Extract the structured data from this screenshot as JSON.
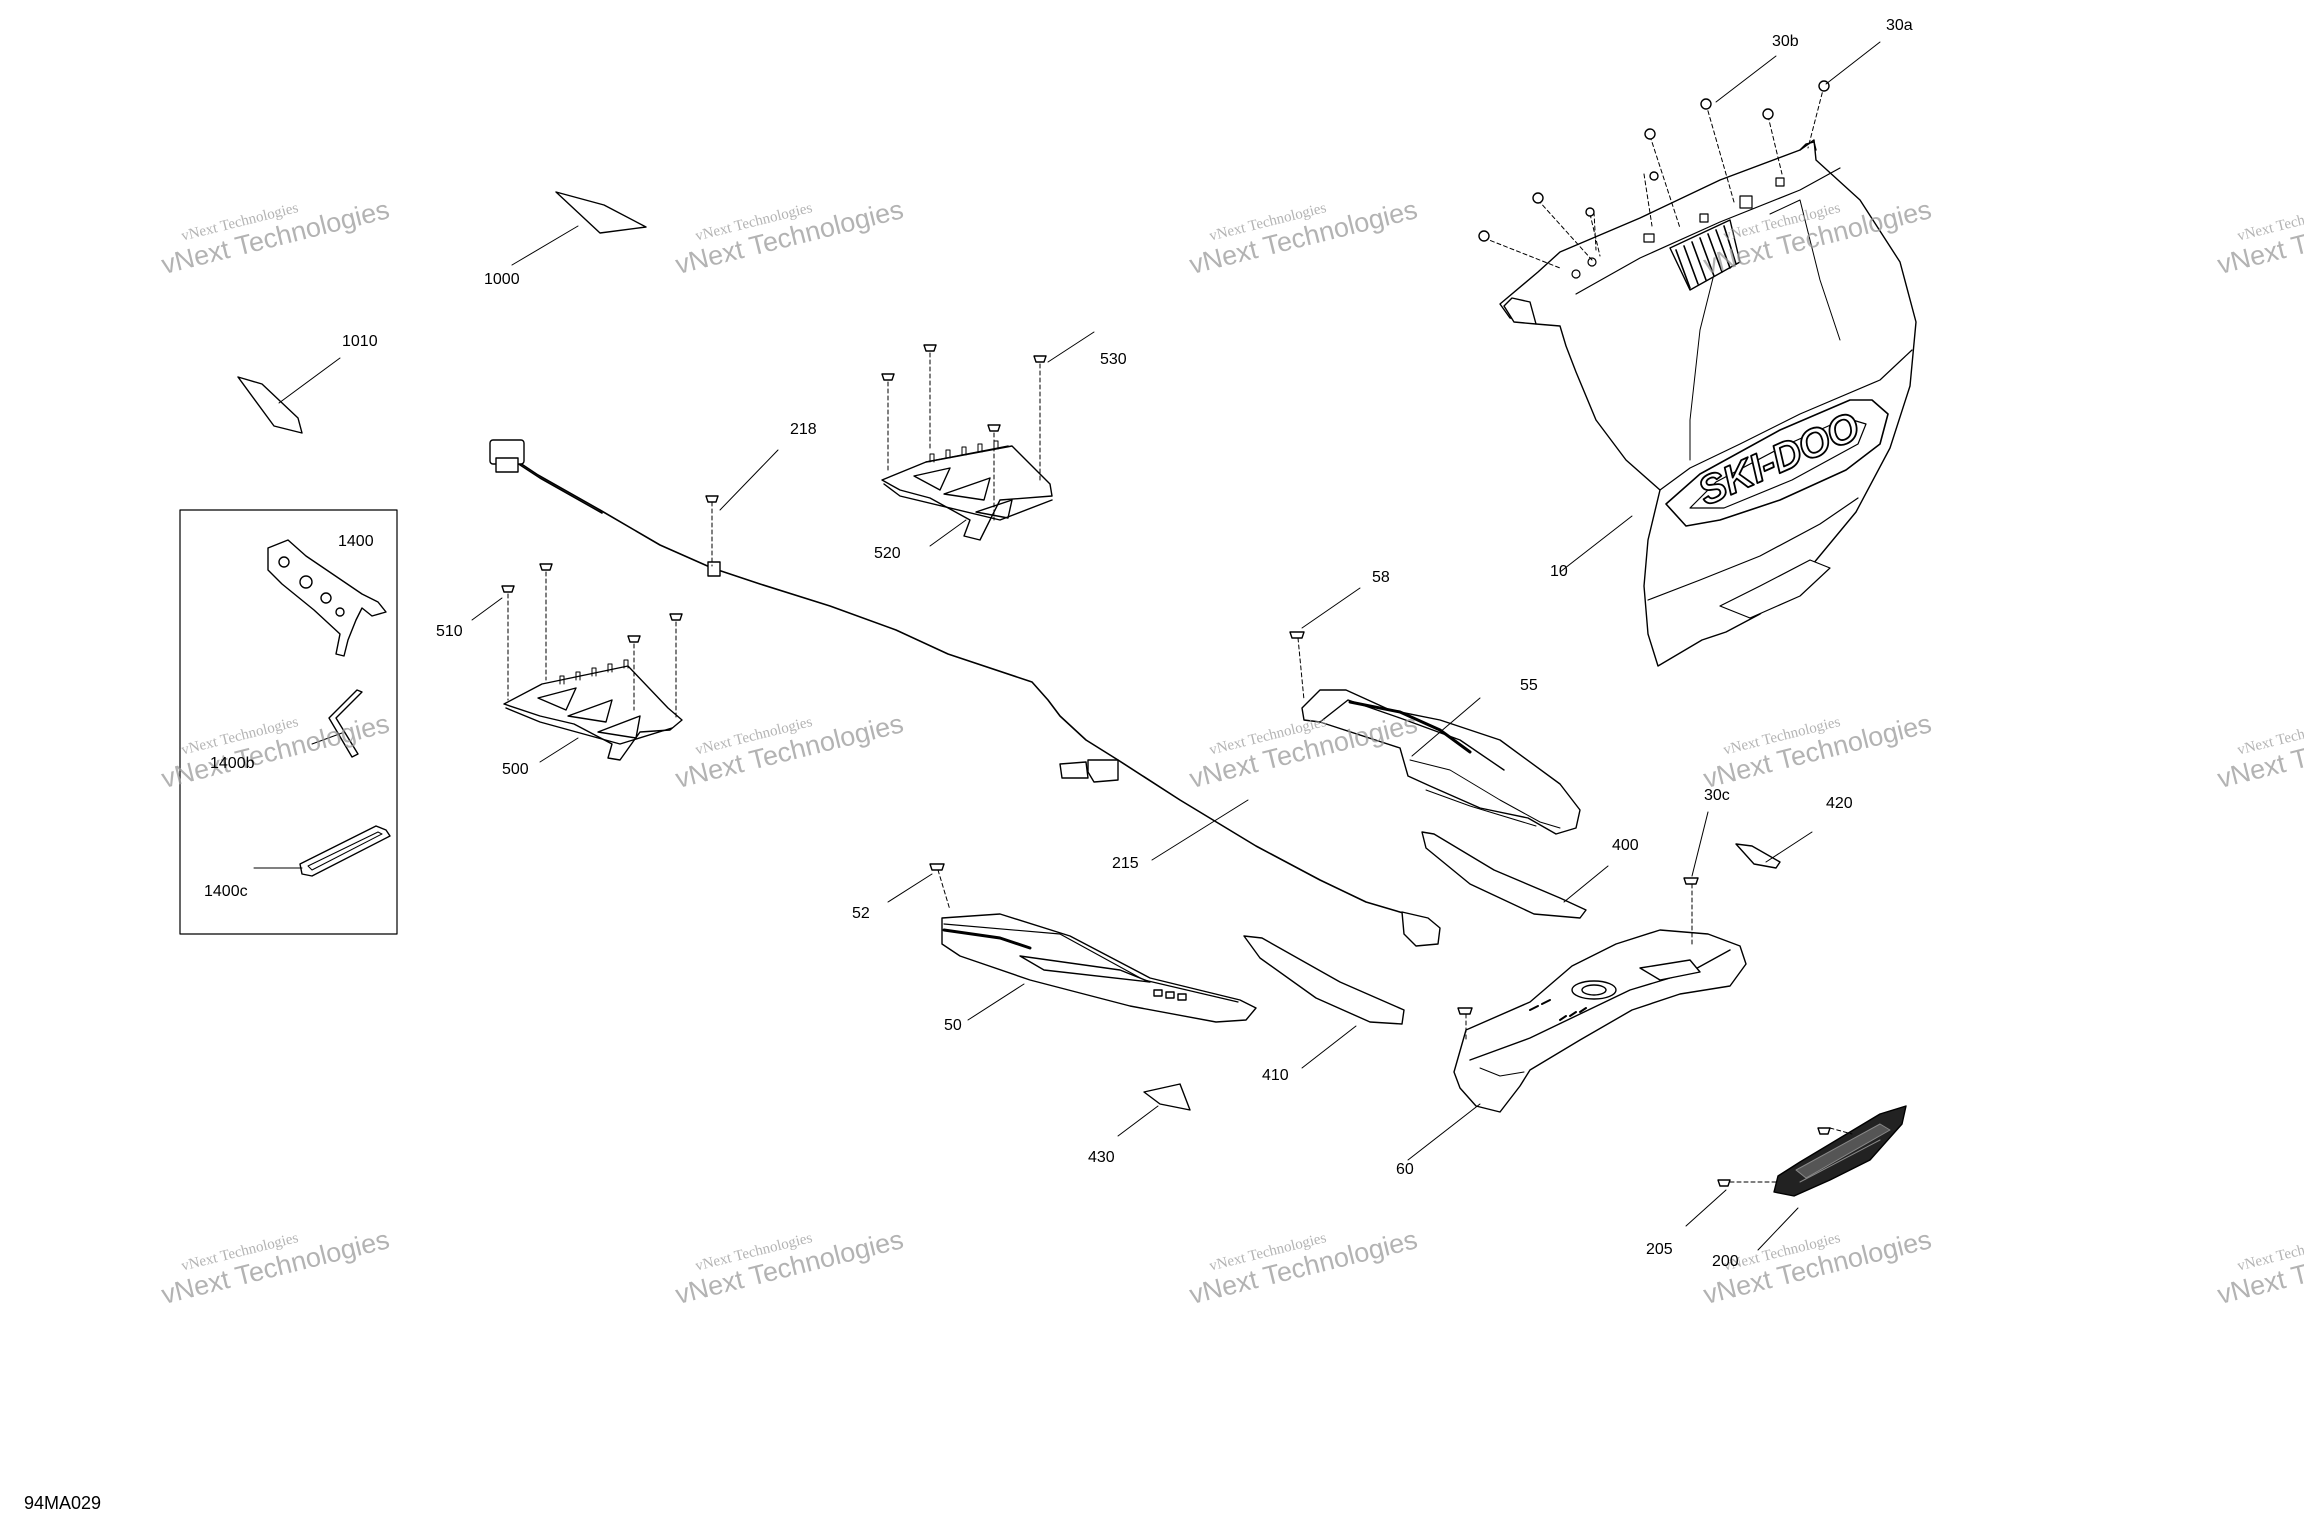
{
  "diagram": {
    "code": "94MA029",
    "watermark": {
      "line1": "vNext Technologies",
      "line2": "vNext Technologies"
    },
    "callouts": {
      "c1000": "1000",
      "c1010": "1010",
      "c1400": "1400",
      "c1400b": "1400b",
      "c1400c": "1400c",
      "c218": "218",
      "c530": "530",
      "c520": "520",
      "c510": "510",
      "c500": "500",
      "c215": "215",
      "c52": "52",
      "c50": "50",
      "c430": "430",
      "c410": "410",
      "c400": "400",
      "c58": "58",
      "c55": "55",
      "c10": "10",
      "c30a": "30a",
      "c30b": "30b",
      "c30c": "30c",
      "c420": "420",
      "c60": "60",
      "c205": "205",
      "c200": "200"
    }
  }
}
